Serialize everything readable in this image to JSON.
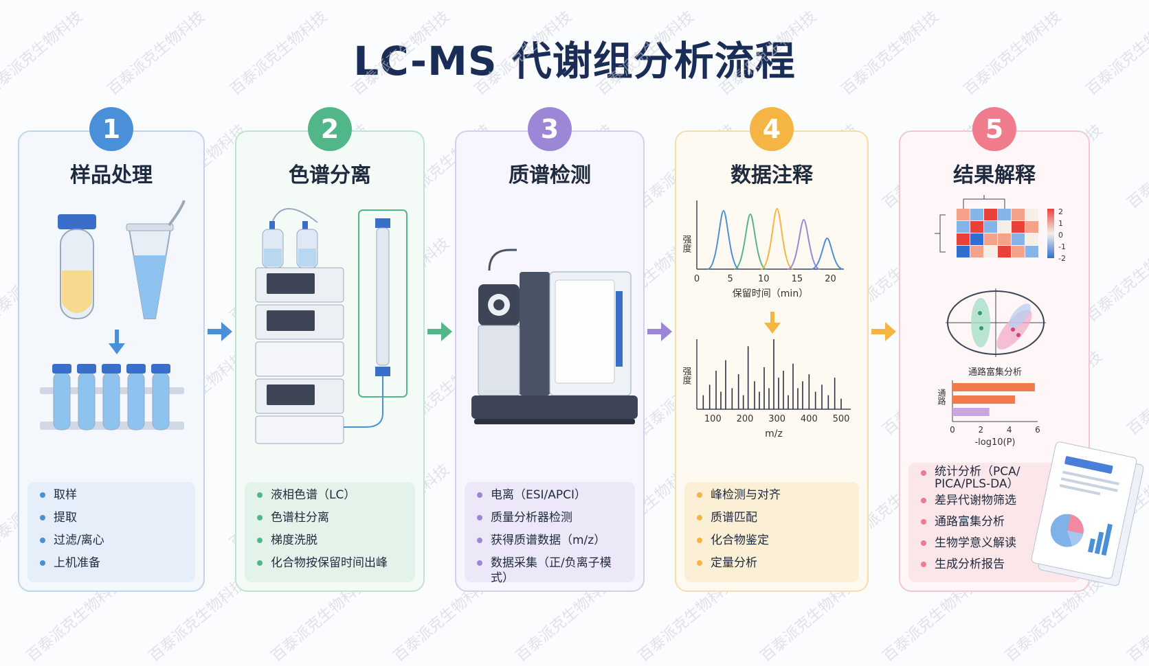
{
  "title": "LC-MS 代谢组分析流程",
  "watermark": "百泰派克生物科技",
  "colors": {
    "blue": "#4a90d9",
    "green": "#52b788",
    "purple": "#9b87d6",
    "orange": "#f5b545",
    "pink": "#ef7b8c"
  },
  "steps": [
    {
      "number": "1",
      "title": "样品处理",
      "items": [
        "取样",
        "提取",
        "过滤/离心",
        "上机准备"
      ]
    },
    {
      "number": "2",
      "title": "色谱分离",
      "items": [
        "液相色谱（LC）",
        "色谱柱分离",
        "梯度洗脱",
        "化合物按保留时间出峰"
      ]
    },
    {
      "number": "3",
      "title": "质谱检测",
      "items": [
        "电离（ESI/APCI）",
        "质量分析器检测",
        "获得质谱数据（m/z）",
        "数据采集（正/负离子模式）"
      ]
    },
    {
      "number": "4",
      "title": "数据注释",
      "items": [
        "峰检测与对齐",
        "质谱匹配",
        "化合物鉴定",
        "定量分析"
      ]
    },
    {
      "number": "5",
      "title": "结果解释",
      "items": [
        "统计分析（PCA/\nPICA/PLS-DA）",
        "差异代谢物筛选",
        "通路富集分析",
        "生物学意义解读",
        "生成分析报告"
      ]
    }
  ],
  "chromatogram": {
    "ylabel": "强度",
    "xlabel": "保留时间（min）",
    "ticks": [
      "0",
      "5",
      "10",
      "15",
      "20"
    ],
    "xlim": [
      0,
      22
    ],
    "peaks": [
      {
        "x": 4,
        "h": 0.85,
        "color": "#4a90d9"
      },
      {
        "x": 8,
        "h": 0.8,
        "color": "#52b788"
      },
      {
        "x": 12,
        "h": 0.88,
        "color": "#f5b545"
      },
      {
        "x": 16,
        "h": 0.72,
        "color": "#9b87d6"
      },
      {
        "x": 19.5,
        "h": 0.45,
        "color": "#4a90d9"
      }
    ]
  },
  "spectrum": {
    "ylabel": "强度",
    "xlabel": "m/z",
    "ticks": [
      "100",
      "200",
      "300",
      "400",
      "500"
    ],
    "xlim": [
      50,
      530
    ],
    "lines": [
      [
        70,
        0.2
      ],
      [
        90,
        0.35
      ],
      [
        110,
        0.55
      ],
      [
        125,
        0.25
      ],
      [
        140,
        0.7
      ],
      [
        160,
        0.3
      ],
      [
        180,
        0.5
      ],
      [
        195,
        0.2
      ],
      [
        210,
        0.9
      ],
      [
        230,
        0.4
      ],
      [
        245,
        0.25
      ],
      [
        260,
        0.6
      ],
      [
        275,
        0.3
      ],
      [
        290,
        1.0
      ],
      [
        305,
        0.45
      ],
      [
        320,
        0.55
      ],
      [
        335,
        0.2
      ],
      [
        350,
        0.65
      ],
      [
        365,
        0.3
      ],
      [
        380,
        0.4
      ],
      [
        400,
        0.5
      ],
      [
        420,
        0.25
      ],
      [
        440,
        0.35
      ],
      [
        460,
        0.2
      ],
      [
        480,
        0.45
      ],
      [
        500,
        0.15
      ]
    ]
  },
  "heatmap": {
    "legend": [
      "2",
      "1",
      "0",
      "-1",
      "-2"
    ],
    "cells": [
      [
        1,
        -1,
        2,
        -1,
        1,
        0
      ],
      [
        -1,
        2,
        -1,
        0,
        2,
        1
      ],
      [
        2,
        -2,
        1,
        1,
        -1,
        0
      ],
      [
        -2,
        1,
        0,
        2,
        1,
        -1
      ]
    ]
  },
  "enrichment": {
    "title": "通路富集分析",
    "ylabel": "通路",
    "xlabel": "-log10(P)",
    "ticks": [
      "0",
      "2",
      "4",
      "6"
    ],
    "xlim": [
      0,
      6
    ],
    "bars": [
      {
        "value": 5.8,
        "color": "#f07a4a"
      },
      {
        "value": 4.4,
        "color": "#f07a4a"
      },
      {
        "value": 2.6,
        "color": "#c9a6df"
      }
    ]
  }
}
